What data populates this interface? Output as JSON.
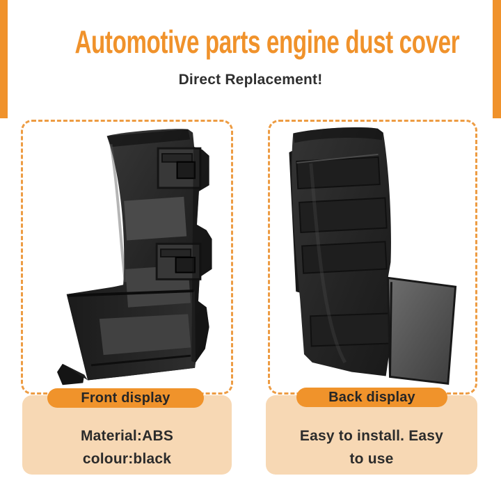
{
  "colors": {
    "accent": "#F0922B",
    "pill": "#F0932B",
    "dash": "#ED9C43",
    "card_bg": "#F7D8B4",
    "text_dark": "#2B2B2B",
    "background": "#FFFFFF"
  },
  "header": {
    "title": "Automotive parts engine dust cover",
    "subtitle": "Direct Replacement!"
  },
  "panels": [
    {
      "label": "Front display",
      "lines": [
        "Material:ABS",
        "colour:black"
      ],
      "image": "engine-dust-cover-front-photo"
    },
    {
      "label": "Back display",
      "lines": [
        "Easy to install. Easy",
        "to use"
      ],
      "image": "engine-dust-cover-back-photo"
    }
  ]
}
